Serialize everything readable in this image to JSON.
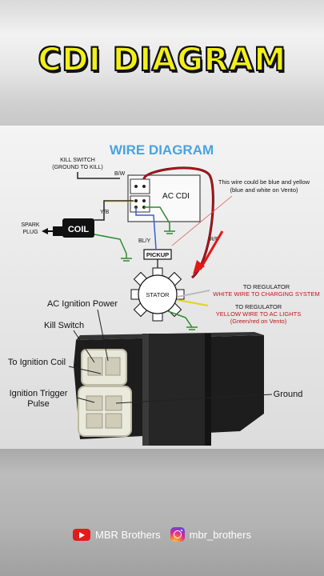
{
  "title": "CDI DIAGRAM",
  "wire_diagram": {
    "heading": "WIRE DIAGRAM",
    "kill_switch_line1": "KILL SWITCH",
    "kill_switch_line2": "(GROUND TO KILL)",
    "spark_plug_line1": "SPARK",
    "spark_plug_line2": "PLUG",
    "coil": "COIL",
    "ac_cdi": "AC CDI",
    "pickup": "PICKUP",
    "stator": "STATOR",
    "wire_b_w": "B/W",
    "wire_y_b": "Y/B",
    "wire_bl_y": "BL/Y",
    "wire_r_b": "R/B",
    "note_line1": "This wire could be blue and yellow",
    "note_line2": "(blue and white on Vento)",
    "regulator_white_label": "TO REGULATOR",
    "regulator_white_desc": "WHITE WIRE TO CHARGING SYSTEM",
    "regulator_yellow_label": "TO REGULATOR",
    "regulator_yellow_desc": "YELLOW WIRE TO AC LIGHTS",
    "regulator_yellow_note": "(Green/red on Vento)"
  },
  "photo_labels": {
    "ac_ignition_power": "AC Ignition Power",
    "kill_switch": "Kill Switch",
    "to_ignition_coil": "To Ignition Coil",
    "ignition_trigger_line1": "Ignition Trigger",
    "ignition_trigger_line2": "Pulse",
    "ground": "Ground"
  },
  "footer": {
    "youtube_name": "MBR Brothers",
    "instagram_name": "mbr_brothers"
  },
  "colors": {
    "title_fill": "#f2ef1a",
    "heading_blue": "#4aa3df",
    "red_wire": "#c0151c",
    "arrow_red": "#e01818"
  }
}
